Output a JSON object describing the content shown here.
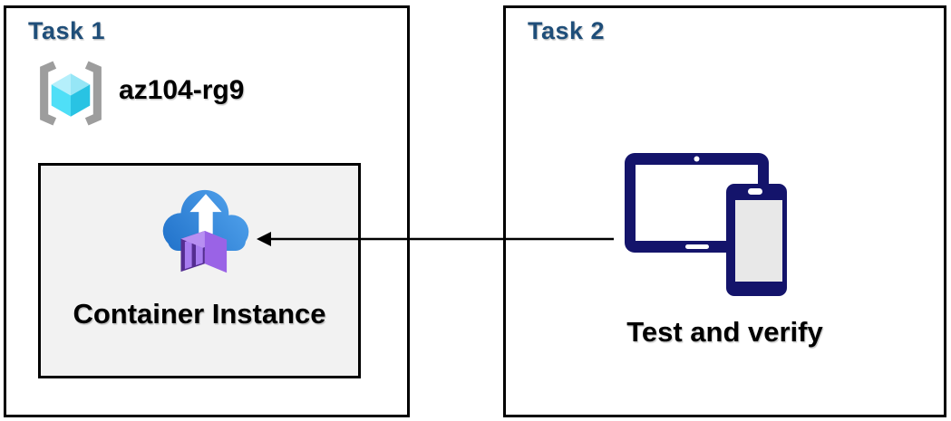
{
  "task1": {
    "title": "Task 1",
    "resource_group_name": "az104-rg9",
    "container_label": "Container Instance"
  },
  "task2": {
    "title": "Task 2",
    "caption": "Test and verify"
  },
  "arrow": {
    "from": "Test and verify",
    "to": "Container Instance",
    "direction": "right-to-left"
  },
  "icons": {
    "resource_group": "resource-group-icon",
    "container_instances": "container-instances-icon",
    "devices": "tablet-phone-icon"
  },
  "colors": {
    "task_title": "#1F4E79",
    "box_border": "#000000",
    "container_box_bg": "#F2F2F2",
    "arrow": "#000000",
    "bracket_gray": "#9D9D9D",
    "cube_cyan_top": "#A9EBF8",
    "cube_cyan_left": "#4FDFF7",
    "cube_cyan_right": "#29C3E3",
    "cloud_blue_dark": "#1E6FC8",
    "cloud_blue_light": "#54A5EE",
    "container_purple_front": "#542D91",
    "container_purple_panel": "#A77CF0",
    "container_purple_top": "#B78FF2",
    "container_purple_side": "#9A63E6",
    "device_navy": "#14146B",
    "phone_screen_gray": "#E8E8E8"
  }
}
